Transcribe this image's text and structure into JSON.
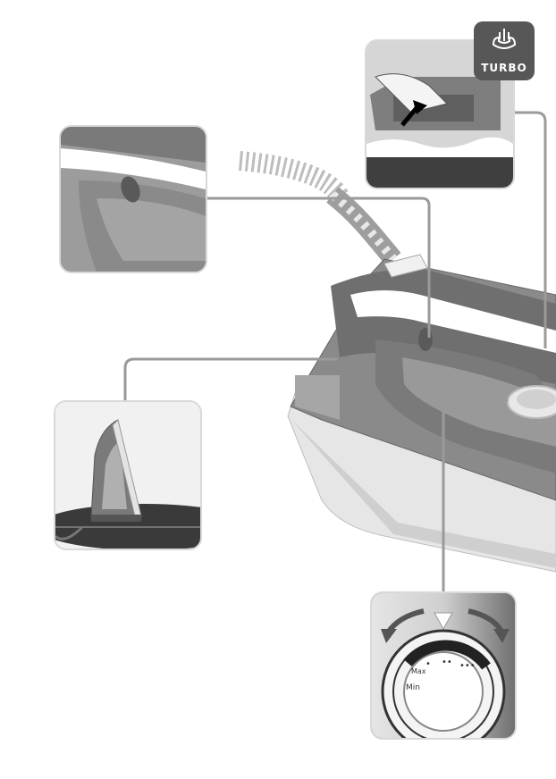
{
  "badge": {
    "label": "TURBO",
    "icon": "steam-turbo-icon",
    "color": "#575757"
  },
  "dial": {
    "min_label": "Min",
    "max_label": "Max",
    "dot_labels": [
      "•",
      "••",
      "•••"
    ]
  },
  "colors": {
    "leader_line": "#9a9a9a",
    "iron_body": "#8a8a8a",
    "iron_light": "#e9e9e9",
    "board": "#3a3a3a"
  }
}
